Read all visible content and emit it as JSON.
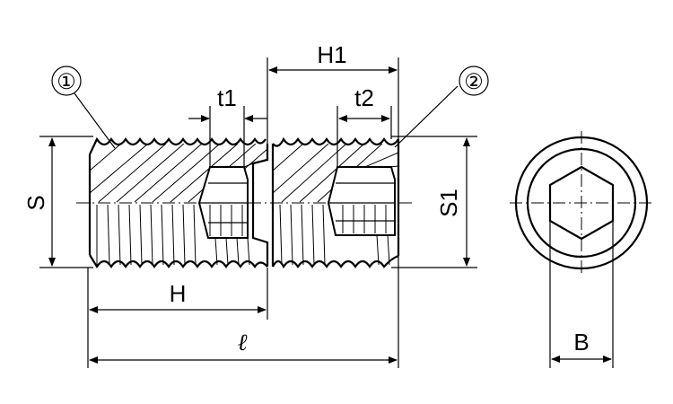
{
  "drawing": {
    "callouts": [
      "①",
      "②"
    ],
    "dimensions": {
      "S": "S",
      "S1": "S1",
      "H": "H",
      "H1": "H1",
      "t1": "t1",
      "t2": "t2",
      "l": "ℓ",
      "B": "B"
    }
  }
}
